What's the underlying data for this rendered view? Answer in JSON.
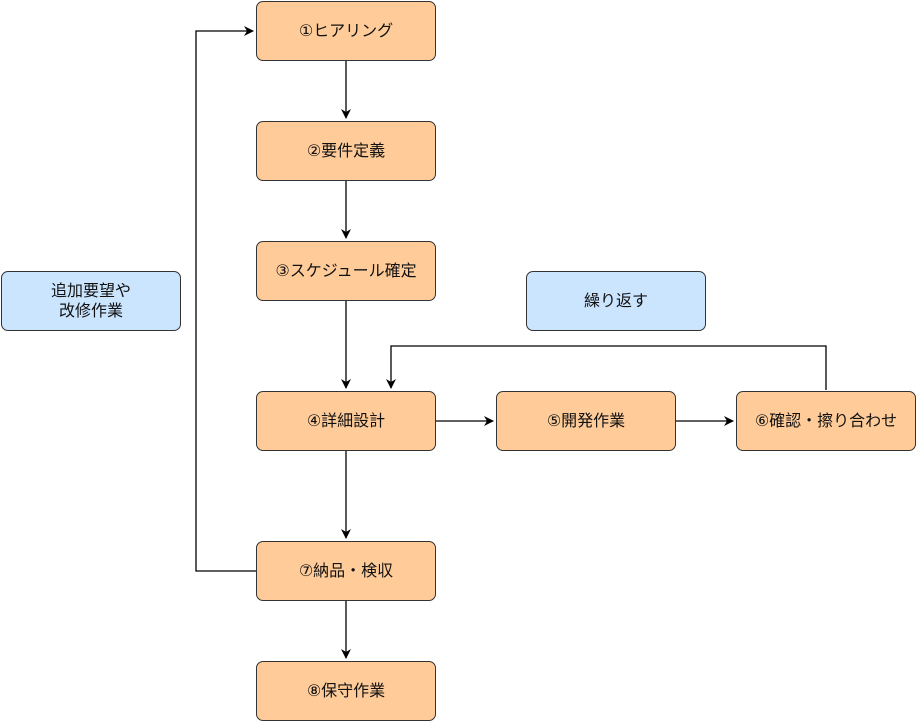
{
  "colors": {
    "step_fill": "#ffcc99",
    "note_fill": "#cce5ff",
    "stroke": "#333333",
    "connector": "#000000"
  },
  "steps": {
    "hearing": "①ヒアリング",
    "requirements": "②要件定義",
    "schedule": "③スケジュール確定",
    "detailed_design": "④詳細設計",
    "development": "⑤開発作業",
    "review": "⑥確認・擦り合わせ",
    "delivery": "⑦納品・検収",
    "maintenance": "⑧保守作業"
  },
  "notes": {
    "additional_requests_line1": "追加要望や",
    "additional_requests_line2": "改修作業",
    "repeat": "繰り返す"
  },
  "connectors": [
    {
      "from": "hearing",
      "to": "requirements"
    },
    {
      "from": "requirements",
      "to": "schedule"
    },
    {
      "from": "schedule",
      "to": "detailed_design"
    },
    {
      "from": "detailed_design",
      "to": "development"
    },
    {
      "from": "development",
      "to": "review"
    },
    {
      "from": "review",
      "to": "detailed_design"
    },
    {
      "from": "detailed_design",
      "to": "delivery"
    },
    {
      "from": "delivery",
      "to": "maintenance"
    },
    {
      "from": "delivery",
      "to": "hearing"
    }
  ]
}
